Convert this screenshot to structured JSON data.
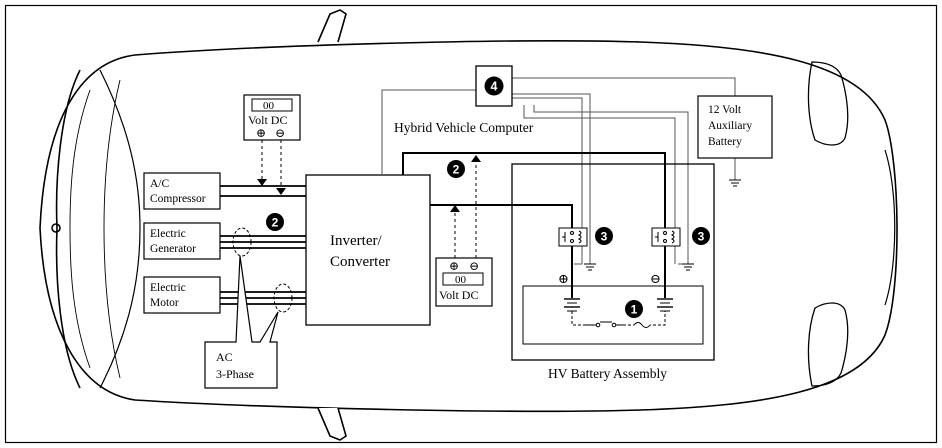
{
  "components": {
    "ac_compressor": [
      "A/C",
      "Compressor"
    ],
    "electric_generator": [
      "Electric",
      "Generator"
    ],
    "electric_motor": [
      "Electric",
      "Motor"
    ],
    "inverter_converter": [
      "Inverter/",
      "Converter"
    ],
    "hybrid_vehicle_computer": "Hybrid Vehicle Computer",
    "aux_battery": [
      "12 Volt",
      "Auxiliary",
      "Battery"
    ],
    "hv_battery_assembly": "HV Battery Assembly",
    "ac_3phase": [
      "AC",
      "3-Phase"
    ]
  },
  "meters": {
    "top": {
      "reading": "00",
      "label": "Volt DC",
      "plus": "⊕",
      "minus": "⊖"
    },
    "bottom": {
      "reading": "00",
      "label": "Volt DC",
      "plus": "⊕",
      "minus": "⊖"
    }
  },
  "markers": {
    "one": "1",
    "two": "2",
    "three": "3",
    "four": "4"
  },
  "terminals": {
    "plus": "⊕",
    "minus": "⊖"
  }
}
